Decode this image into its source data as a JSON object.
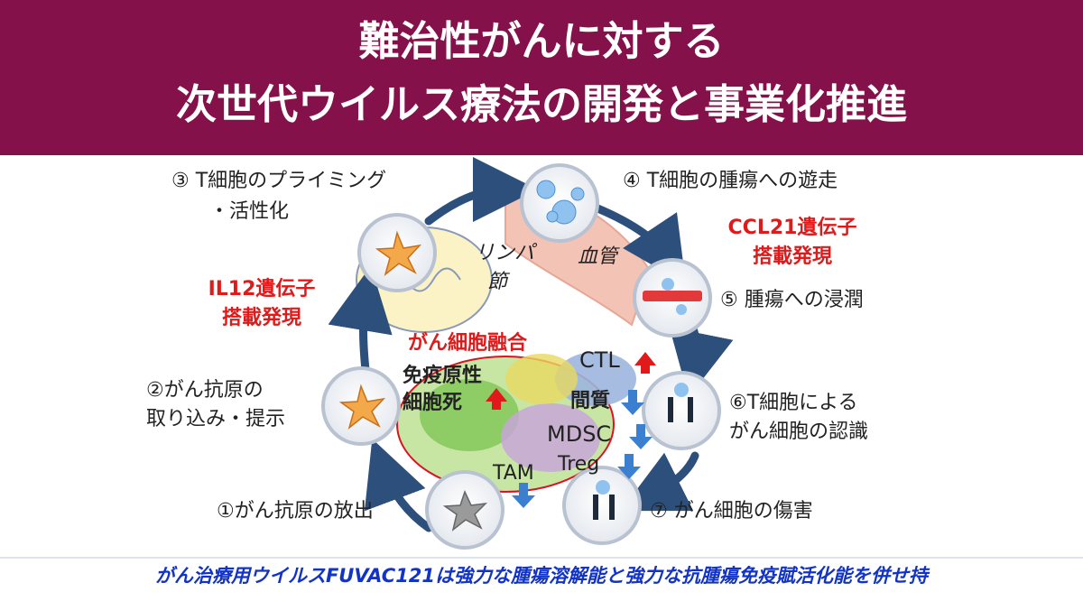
{
  "header": {
    "line1": "難治性がんに対する",
    "line2": "次世代ウイルス療法の開発と事業化推進"
  },
  "steps": {
    "s1": "①がん抗原の放出",
    "s2a": "②がん抗原の",
    "s2b": "取り込み・提示",
    "s3a": "③ T細胞のプライミング",
    "s3b": "・活性化",
    "s4": "④ T細胞の腫瘍への遊走",
    "s5": "⑤ 腫瘍への浸潤",
    "s6a": "⑥T細胞による",
    "s6b": "がん細胞の認識",
    "s7": "⑦ がん細胞の傷害"
  },
  "annotations": {
    "il12_a": "IL12遺伝子",
    "il12_b": "搭載発現",
    "ccl21_a": "CCL21遺伝子",
    "ccl21_b": "搭載発現",
    "fusion": "がん細胞融合",
    "immunogenic_a": "免疫原性",
    "immunogenic_b": "細胞死",
    "ctl": "CTL",
    "stroma": "間質",
    "mdsc": "MDSC",
    "treg": "Treg",
    "tam": "TAM",
    "lymph_a": "リンパ",
    "lymph_b": "節",
    "vessel": "血管"
  },
  "footer": {
    "text": "がん治療用ウイルスFUVAC121は強力な腫瘍溶解能と強力な抗腫瘍免疫賦活化能を併せ持"
  },
  "colors": {
    "header_bg": "#85114a",
    "cycle_arrow": "#2c4f7c",
    "red_text": "#e01a1a",
    "footer_text": "#1233c8",
    "up_arrow": "#e01a1a",
    "down_arrow": "#3a7fd0"
  }
}
